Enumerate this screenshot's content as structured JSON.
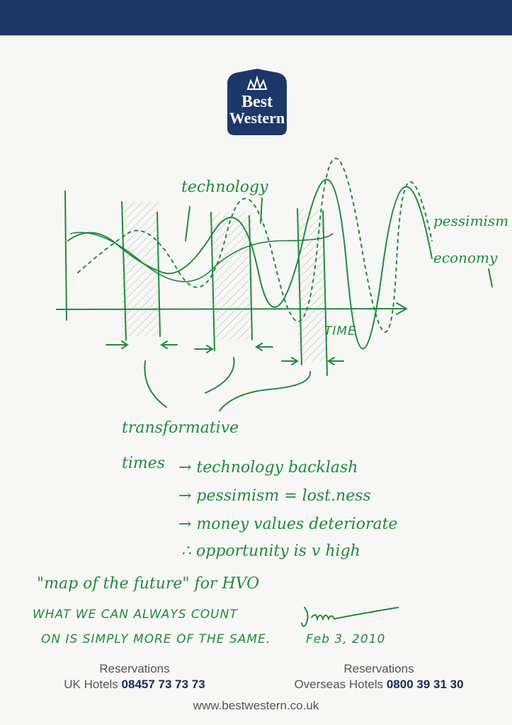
{
  "header": {
    "brand_color": "#1e3769"
  },
  "logo": {
    "line1": "Best",
    "line2": "Western"
  },
  "sketch": {
    "ink_color": "#1f8a3a",
    "label_technology": "technology",
    "label_pessimism": "pessimism",
    "label_economy": "economy",
    "label_time": "TIME"
  },
  "notes": {
    "heading_line1": "transformative",
    "heading_line2": "times",
    "items": [
      "→ technology backlash",
      "→ pessimism = lost.ness",
      "→ money values deteriorate",
      "∴ opportunity is v high"
    ],
    "quote": "\"map of the future\" for HVO",
    "line_a": "WHAT WE CAN ALWAYS COUNT",
    "line_b": "ON IS SIMPLY MORE OF THE SAME.",
    "date": "Feb 3, 2010",
    "signature": "Jim"
  },
  "footer": {
    "uk_label": "Reservations",
    "uk_prefix": "UK Hotels",
    "uk_number": "08457 73 73 73",
    "overseas_label": "Reservations",
    "overseas_prefix": "Overseas Hotels",
    "overseas_number": "0800 39 31 30",
    "website": "www.bestwestern.co.uk"
  }
}
